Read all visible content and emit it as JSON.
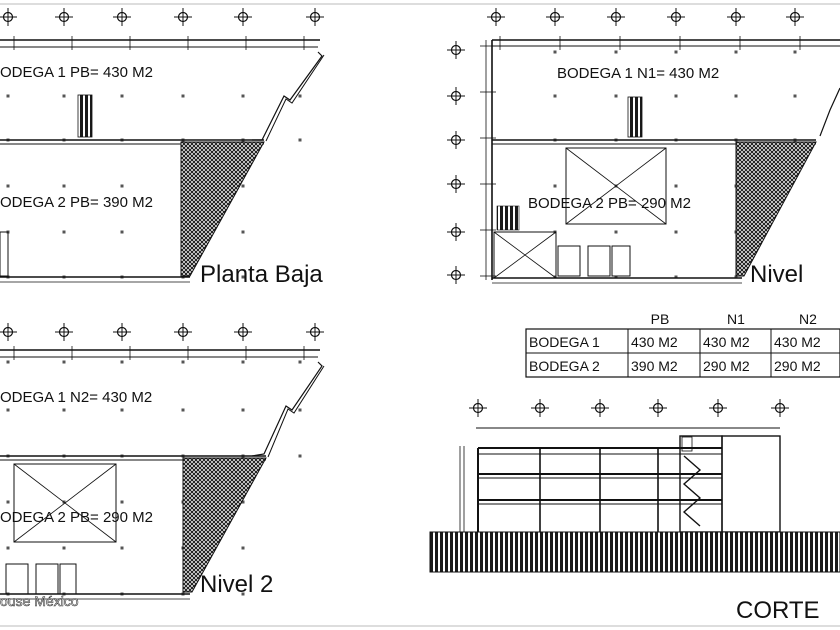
{
  "plans": {
    "pb": {
      "bodega1": "ODEGA 1 PB= 430 M2",
      "bodega2": "ODEGA 2 PB= 390 M2",
      "title": "Planta Baja"
    },
    "n1": {
      "bodega1": "BODEGA 1 N1= 430 M2",
      "bodega2": "BODEGA 2 PB= 290 M2",
      "title": "Nivel"
    },
    "n2": {
      "bodega1": "ODEGA 1 N2= 430 M2",
      "bodega2": "ODEGA 2 PB= 290 M2",
      "title": "Nivel 2"
    }
  },
  "table": {
    "headers": [
      "PB",
      "N1",
      "N2"
    ],
    "rows": [
      {
        "label": "BODEGA 1",
        "values": [
          "430 M2",
          "430 M2",
          "430 M2"
        ]
      },
      {
        "label": "BODEGA 2",
        "values": [
          "390 M2",
          "290 M2",
          "290 M2"
        ]
      }
    ]
  },
  "section": {
    "title": "CORTE"
  },
  "watermark": "ouse México",
  "colors": {
    "line": "#111111",
    "grid": "#777777",
    "hatch": "#222222"
  }
}
